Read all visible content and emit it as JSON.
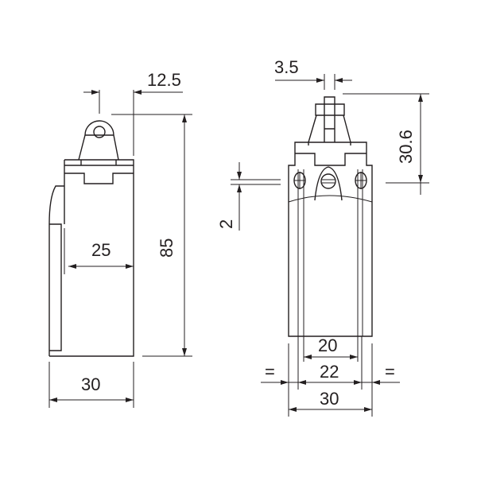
{
  "title": "Limit switch dimension drawing",
  "side_view": {
    "dims": {
      "roller_offset": "12.5",
      "height": "85",
      "depth_inner": "25",
      "width": "30"
    }
  },
  "front_view": {
    "dims": {
      "plunger_width": "3.5",
      "plunger_height": "30.6",
      "gap": "2",
      "hole_span_inner": "20",
      "hole_span": "22",
      "width": "30",
      "equal_left": "=",
      "equal_right": "="
    }
  },
  "colors": {
    "line": "#231f20",
    "background": "#ffffff"
  }
}
